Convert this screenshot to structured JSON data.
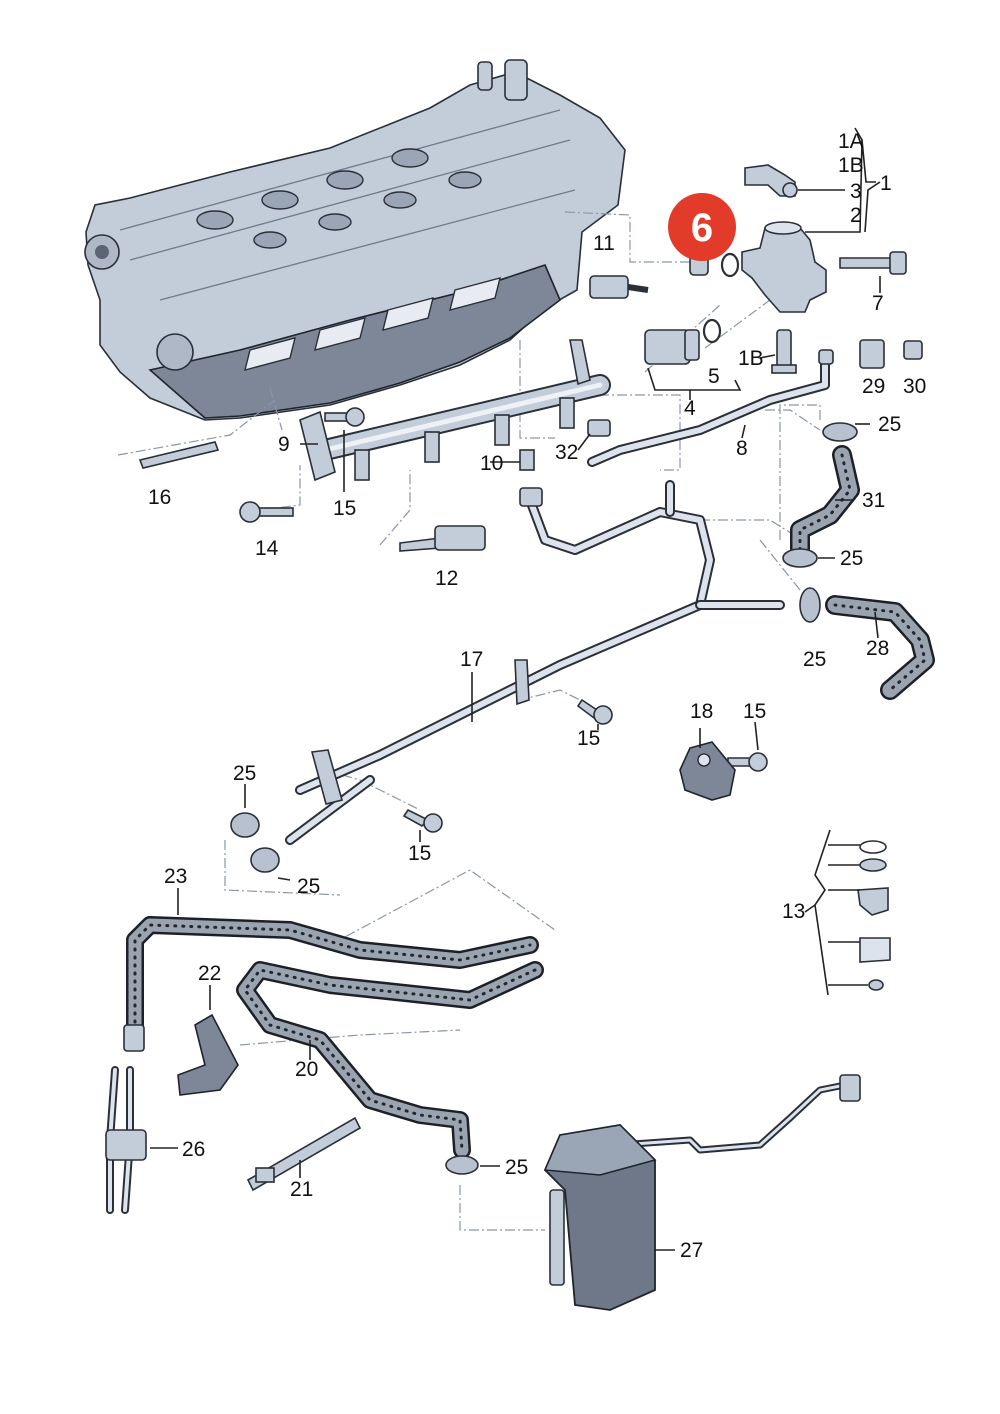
{
  "highlight": {
    "label": "6",
    "color": "#e23b2a"
  },
  "callouts": {
    "c1A": "1A",
    "c1B": "1B",
    "c3": "3",
    "c1": "1",
    "c2": "2",
    "c7": "7",
    "c11": "11",
    "c1B_b": "1B",
    "c5": "5",
    "c4": "4",
    "c29": "29",
    "c30": "30",
    "c8": "8",
    "c25_a": "25",
    "c9": "9",
    "c32": "32",
    "c10": "10",
    "c16": "16",
    "c15_a": "15",
    "c31": "31",
    "c14": "14",
    "c25_b": "25",
    "c12": "12",
    "c28": "28",
    "c25_c": "25",
    "c17": "17",
    "c18": "18",
    "c15_b": "15",
    "c15_c": "15",
    "c25_d": "25",
    "c15_d": "15",
    "c25_e": "25",
    "c13": "13",
    "c23": "23",
    "c22": "22",
    "c20": "20",
    "c26": "26",
    "c25_f": "25",
    "c21": "21",
    "c27": "27"
  },
  "colors": {
    "part_fill": "#c3ccd9",
    "outline": "#2a2f38",
    "hose": "#1d2026",
    "guide_line": "#8a96a8"
  }
}
